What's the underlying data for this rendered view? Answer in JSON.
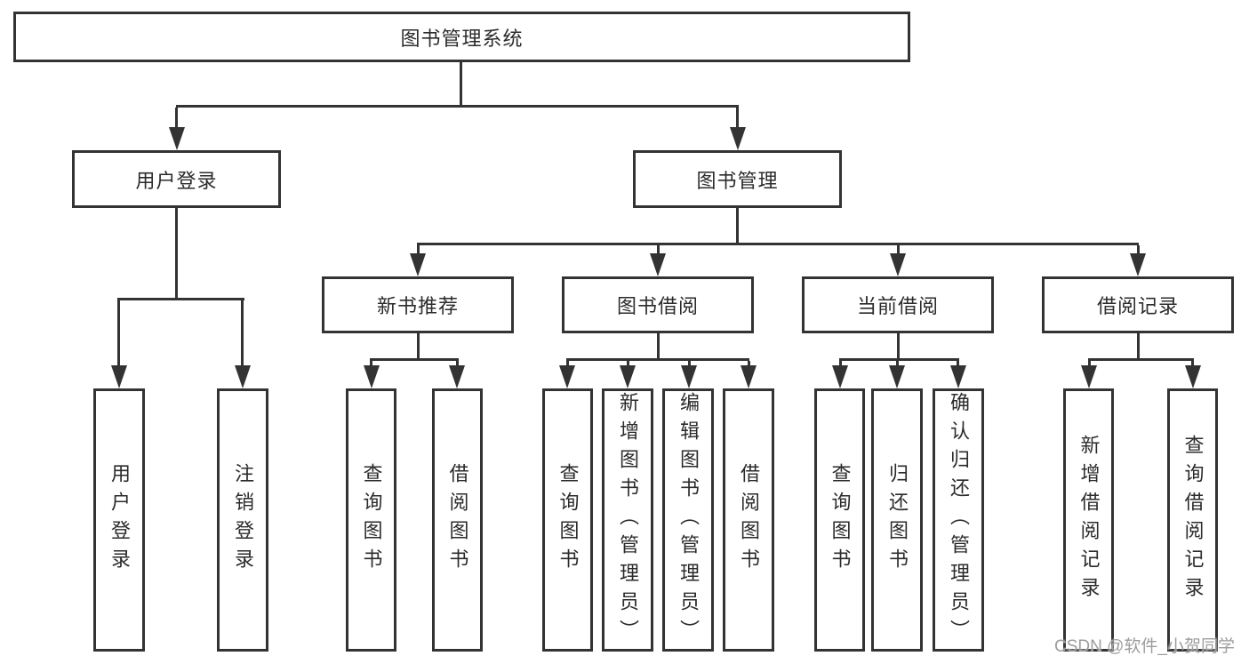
{
  "tree": {
    "label": "图书管理系统",
    "children": [
      {
        "label": "用户登录",
        "children": [
          {
            "label": "用户登录"
          },
          {
            "label": "注销登录"
          }
        ]
      },
      {
        "label": "图书管理",
        "children": [
          {
            "label": "新书推荐",
            "children": [
              {
                "label": "查询图书"
              },
              {
                "label": "借阅图书"
              }
            ]
          },
          {
            "label": "图书借阅",
            "children": [
              {
                "label": "查询图书"
              },
              {
                "label": "新增图书（管理员）"
              },
              {
                "label": "编辑图书（管理员）"
              },
              {
                "label": "借阅图书"
              }
            ]
          },
          {
            "label": "当前借阅",
            "children": [
              {
                "label": "查询图书"
              },
              {
                "label": "归还图书"
              },
              {
                "label": "确认归还（管理员）"
              }
            ]
          },
          {
            "label": "借阅记录",
            "children": [
              {
                "label": "新增借阅记录"
              },
              {
                "label": "查询借阅记录"
              }
            ]
          }
        ]
      }
    ]
  },
  "watermark": {
    "text": "CSDN @软件_小贺同学"
  },
  "colors": {
    "line": "#333333",
    "text": "#2b2b2b",
    "watermark": "#9d9d9d",
    "bg": "#ffffff"
  }
}
